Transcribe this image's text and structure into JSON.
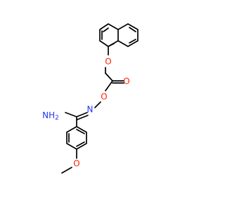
{
  "molecule": {
    "atoms": {
      "nh2": "NH",
      "nh2_sub": "2",
      "imine_n": "N",
      "oxime_o": "O",
      "carbonyl_o": "O",
      "ether_o_top": "O",
      "ether_o_bottom": "O"
    }
  },
  "colors": {
    "bond": "#000000",
    "nitrogen": "#2233ff",
    "oxygen": "#ff2200"
  }
}
